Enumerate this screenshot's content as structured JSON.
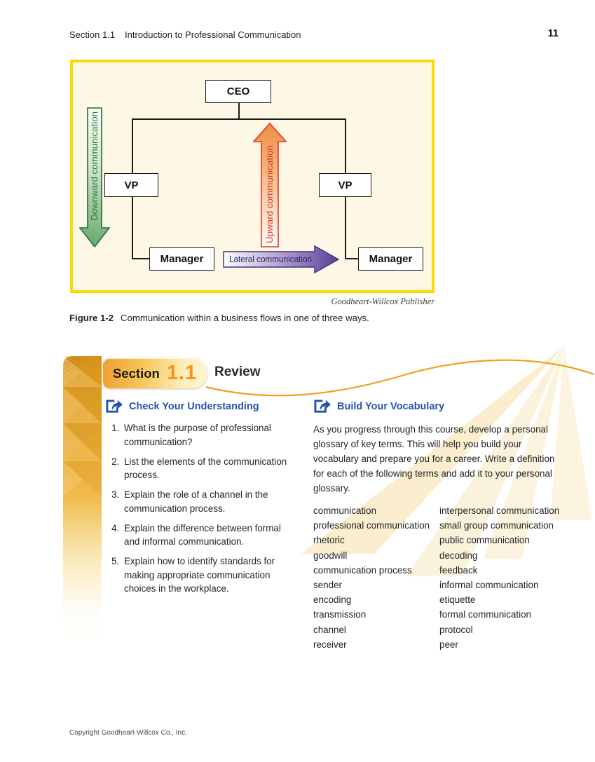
{
  "colors": {
    "figure_border": "#fbd905",
    "figure_bg": "#fdf7e6",
    "heading_blue": "#2456a4",
    "accent_orange": "#f59d1f",
    "downward_green": "#2f7c3f",
    "upward_red": "#e2342b",
    "lateral_navy": "#272a68",
    "section_number_orange": "#f6921e"
  },
  "header": {
    "section": "Section 1.1",
    "title": "Introduction to Professional Communication",
    "page_number": "11"
  },
  "figure": {
    "nodes": {
      "ceo": "CEO",
      "vp_left": "VP",
      "vp_right": "VP",
      "manager_left": "Manager",
      "manager_right": "Manager"
    },
    "arrows": {
      "downward": "Downward communication",
      "upward": "Upward communication",
      "lateral": "Lateral communication"
    },
    "credit": "Goodheart-Willcox Publisher",
    "caption_label": "Figure 1-2",
    "caption": "Communication within a business flows in one of three ways."
  },
  "review": {
    "section_label": "Section",
    "section_number": "1.1",
    "title": "Review",
    "check": {
      "icon": "external-arrow-icon",
      "heading": "Check Your Understanding",
      "questions": [
        "What is the purpose of professional communication?",
        "List the elements of the communication process.",
        "Explain the role of a channel in the communication process.",
        "Explain the difference between formal and informal communication.",
        "Explain how to identify standards for making appropriate communication choices in the workplace."
      ]
    },
    "vocabulary": {
      "icon": "external-arrow-icon",
      "heading": "Build Your Vocabulary",
      "intro": "As you progress through this course, develop a personal glossary of key terms. This will help you build your vocabulary and prepare you for a career. Write a definition for each of the following terms and add it to your personal glossary.",
      "terms_col1": [
        "communication",
        "professional communication",
        "rhetoric",
        "goodwill",
        "communication process",
        "sender",
        "encoding",
        "transmission",
        "channel",
        "receiver"
      ],
      "terms_col2": [
        "interpersonal communication",
        "small group communication",
        "public communication",
        "decoding",
        "feedback",
        "informal communication",
        "etiquette",
        "formal communication",
        "protocol",
        "peer"
      ]
    }
  },
  "footer": "Copyright Goodheart-Willcox Co., Inc."
}
